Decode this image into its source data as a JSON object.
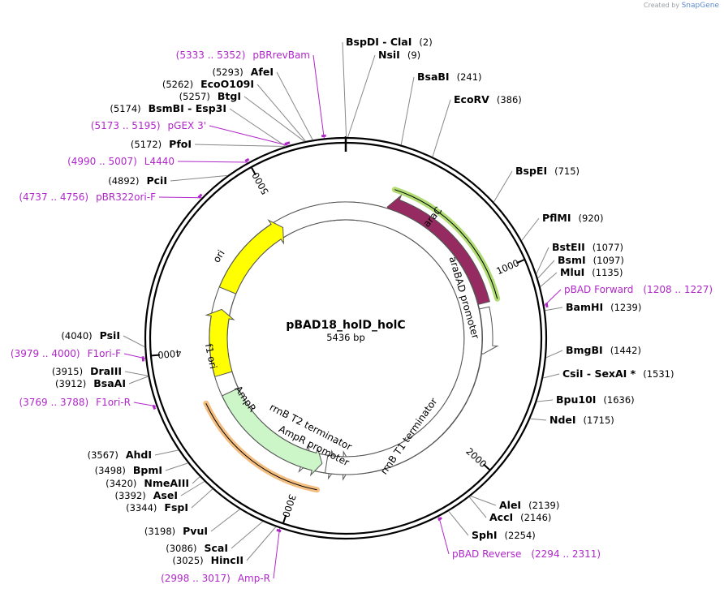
{
  "credit": {
    "prefix": "Created by",
    "brand": "SnapGene"
  },
  "plasmid": {
    "name": "pBAD18_holD_holC",
    "size_label": "5436 bp",
    "length": 5436
  },
  "ticks": [
    1000,
    2000,
    3000,
    4000,
    5000
  ],
  "tick_labels": [
    "1000",
    "2000",
    "3000",
    "4000",
    "5000"
  ],
  "sites": [
    {
      "name": "BspDI",
      "name2": "ClaI",
      "pos": "(2)",
      "bp": 2
    },
    {
      "name": "NsiI",
      "pos": "(9)",
      "bp": 9
    },
    {
      "name": "BsaBI",
      "pos": "(241)",
      "bp": 241
    },
    {
      "name": "EcoRV",
      "pos": "(386)",
      "bp": 386
    },
    {
      "name": "BspEI",
      "pos": "(715)",
      "bp": 715
    },
    {
      "name": "PflMI",
      "pos": "(920)",
      "bp": 920
    },
    {
      "name": "BstEII",
      "pos": "(1077)",
      "bp": 1077
    },
    {
      "name": "BsmI",
      "pos": "(1097)",
      "bp": 1097
    },
    {
      "name": "MluI",
      "pos": "(1135)",
      "bp": 1135
    },
    {
      "name": "BamHI",
      "pos": "(1239)",
      "bp": 1239
    },
    {
      "name": "BmgBI",
      "pos": "(1442)",
      "bp": 1442
    },
    {
      "name": "CsiI",
      "name2": "SexAI *",
      "pos": "(1531)",
      "bp": 1531
    },
    {
      "name": "Bpu10I",
      "pos": "(1636)",
      "bp": 1636
    },
    {
      "name": "NdeI",
      "pos": "(1715)",
      "bp": 1715
    },
    {
      "name": "AleI",
      "pos": "(2139)",
      "bp": 2139
    },
    {
      "name": "AccI",
      "pos": "(2146)",
      "bp": 2146
    },
    {
      "name": "SphI",
      "pos": "(2254)",
      "bp": 2254
    },
    {
      "name": "HincII",
      "pos": "(3025)",
      "bp": 3025
    },
    {
      "name": "ScaI",
      "pos": "(3086)",
      "bp": 3086
    },
    {
      "name": "PvuI",
      "pos": "(3198)",
      "bp": 3198
    },
    {
      "name": "FspI",
      "pos": "(3344)",
      "bp": 3344
    },
    {
      "name": "AseI",
      "pos": "(3392)",
      "bp": 3392
    },
    {
      "name": "NmeAIII",
      "pos": "(3420)",
      "bp": 3420
    },
    {
      "name": "BpmI",
      "pos": "(3498)",
      "bp": 3498
    },
    {
      "name": "AhdI",
      "pos": "(3567)",
      "bp": 3567
    },
    {
      "name": "BsaAI",
      "pos": "(3912)",
      "bp": 3912
    },
    {
      "name": "DraIII",
      "pos": "(3915)",
      "bp": 3915
    },
    {
      "name": "PsiI",
      "pos": "(4040)",
      "bp": 4040
    },
    {
      "name": "PciI",
      "pos": "(4892)",
      "bp": 4892
    },
    {
      "name": "PfoI",
      "pos": "(5172)",
      "bp": 5172
    },
    {
      "name": "BsmBI",
      "name2": "Esp3I",
      "pos": "(5174)",
      "bp": 5174
    },
    {
      "name": "BtgI",
      "pos": "(5257)",
      "bp": 5257
    },
    {
      "name": "EcoO109I",
      "pos": "(5262)",
      "bp": 5262
    },
    {
      "name": "AfeI",
      "pos": "(5293)",
      "bp": 5293
    }
  ],
  "primers": [
    {
      "name": "pBRrevBam",
      "range": "(5333 .. 5352)",
      "start": 5333,
      "end": 5352
    },
    {
      "name": "pGEX 3'",
      "range": "(5173 .. 5195)",
      "start": 5173,
      "end": 5195
    },
    {
      "name": "L4440",
      "range": "(4990 .. 5007)",
      "start": 4990,
      "end": 5007
    },
    {
      "name": "pBR322ori-F",
      "range": "(4737 .. 4756)",
      "start": 4737,
      "end": 4756
    },
    {
      "name": "pBAD Forward",
      "range": "(1208 .. 1227)",
      "start": 1208,
      "end": 1227
    },
    {
      "name": "pBAD Reverse",
      "range": "(2294 .. 2311)",
      "start": 2294,
      "end": 2311
    },
    {
      "name": "Amp-R",
      "range": "(2998 .. 3017)",
      "start": 2998,
      "end": 3017
    },
    {
      "name": "F1ori-F",
      "range": "(3979 .. 4000)",
      "start": 3979,
      "end": 4000
    },
    {
      "name": "F1ori-R",
      "range": "(3769 .. 3788)",
      "start": 3769,
      "end": 3788
    }
  ],
  "features": [
    {
      "name": "araC",
      "color": "#962b62",
      "start": 1143,
      "end": 265,
      "strand": "reverse"
    },
    {
      "name": "araBAD promoter",
      "color": "#ffffff",
      "start": 1172,
      "end": 1458,
      "strand": "forward"
    },
    {
      "name": "rrnB T1 terminator",
      "color": "#ffffff",
      "start": 2590,
      "end": 2680,
      "strand": "reverse"
    },
    {
      "name": "rrnB T2 terminator",
      "color": "#ffffff",
      "start": 2735,
      "end": 2770,
      "strand": "reverse"
    },
    {
      "name": "AmpR promoter",
      "color": "#ffffff",
      "start": 2850,
      "end": 2955,
      "strand": "reverse"
    },
    {
      "name": "AmpR",
      "color": "#ccf6c8",
      "start": 3700,
      "end": 2880,
      "strand": "reverse"
    },
    {
      "name": "f1 ori",
      "color": "#ffff00",
      "start": 3830,
      "end": 4275,
      "strand": "forward"
    },
    {
      "name": "ori",
      "color": "#ffff00",
      "start": 4410,
      "end": 4990,
      "strand": "forward"
    }
  ],
  "arcs": [
    {
      "name": "araC-highlight",
      "color": "#a3d65c",
      "start": 1138,
      "end": 275
    },
    {
      "name": "AmpR-highlight",
      "color": "#f2b36b",
      "start": 3700,
      "end": 2880
    }
  ]
}
